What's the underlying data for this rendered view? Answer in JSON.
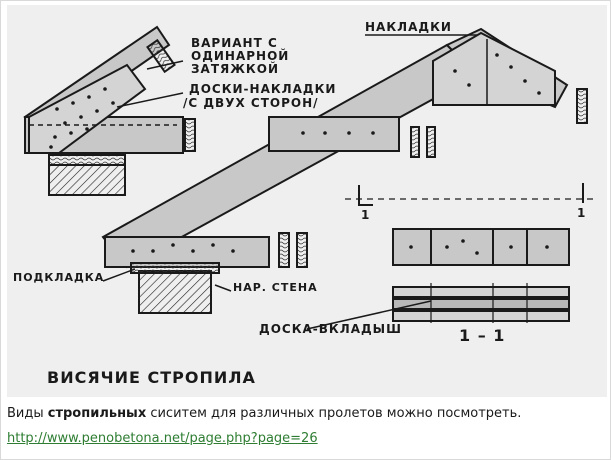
{
  "drawing": {
    "labels": {
      "variant_line1": "ВАРИАНТ С",
      "variant_line2": "ОДИНАРНОЙ",
      "variant_line3": "ЗАТЯЖКОЙ",
      "boards_line1": "ДОСКИ-НАКЛАДКИ",
      "boards_line2": "/С ДВУХ СТОРОН/",
      "overlays": "НАКЛАДКИ",
      "underlay": "ПОДКЛАДКА",
      "outer_wall": "НАР. СТЕНА",
      "insert_board": "ДОСКА-ВКЛАДЫШ",
      "section_mark": "1",
      "section_mark_right": "1",
      "section_label": "1 – 1",
      "title": "ВИСЯЧИЕ СТРОПИЛА"
    }
  },
  "caption": {
    "prefix": "Виды ",
    "bold": "стропильных",
    "suffix": " сиситем для различных пролетов можно посмотреть."
  },
  "link": {
    "url": "http://www.penobetona.net/page.php?page=26"
  },
  "colors": {
    "link": "#2e7d32",
    "paper": "#efefef",
    "ink": "#1a1a1a",
    "timber": "#c8c8c8"
  }
}
